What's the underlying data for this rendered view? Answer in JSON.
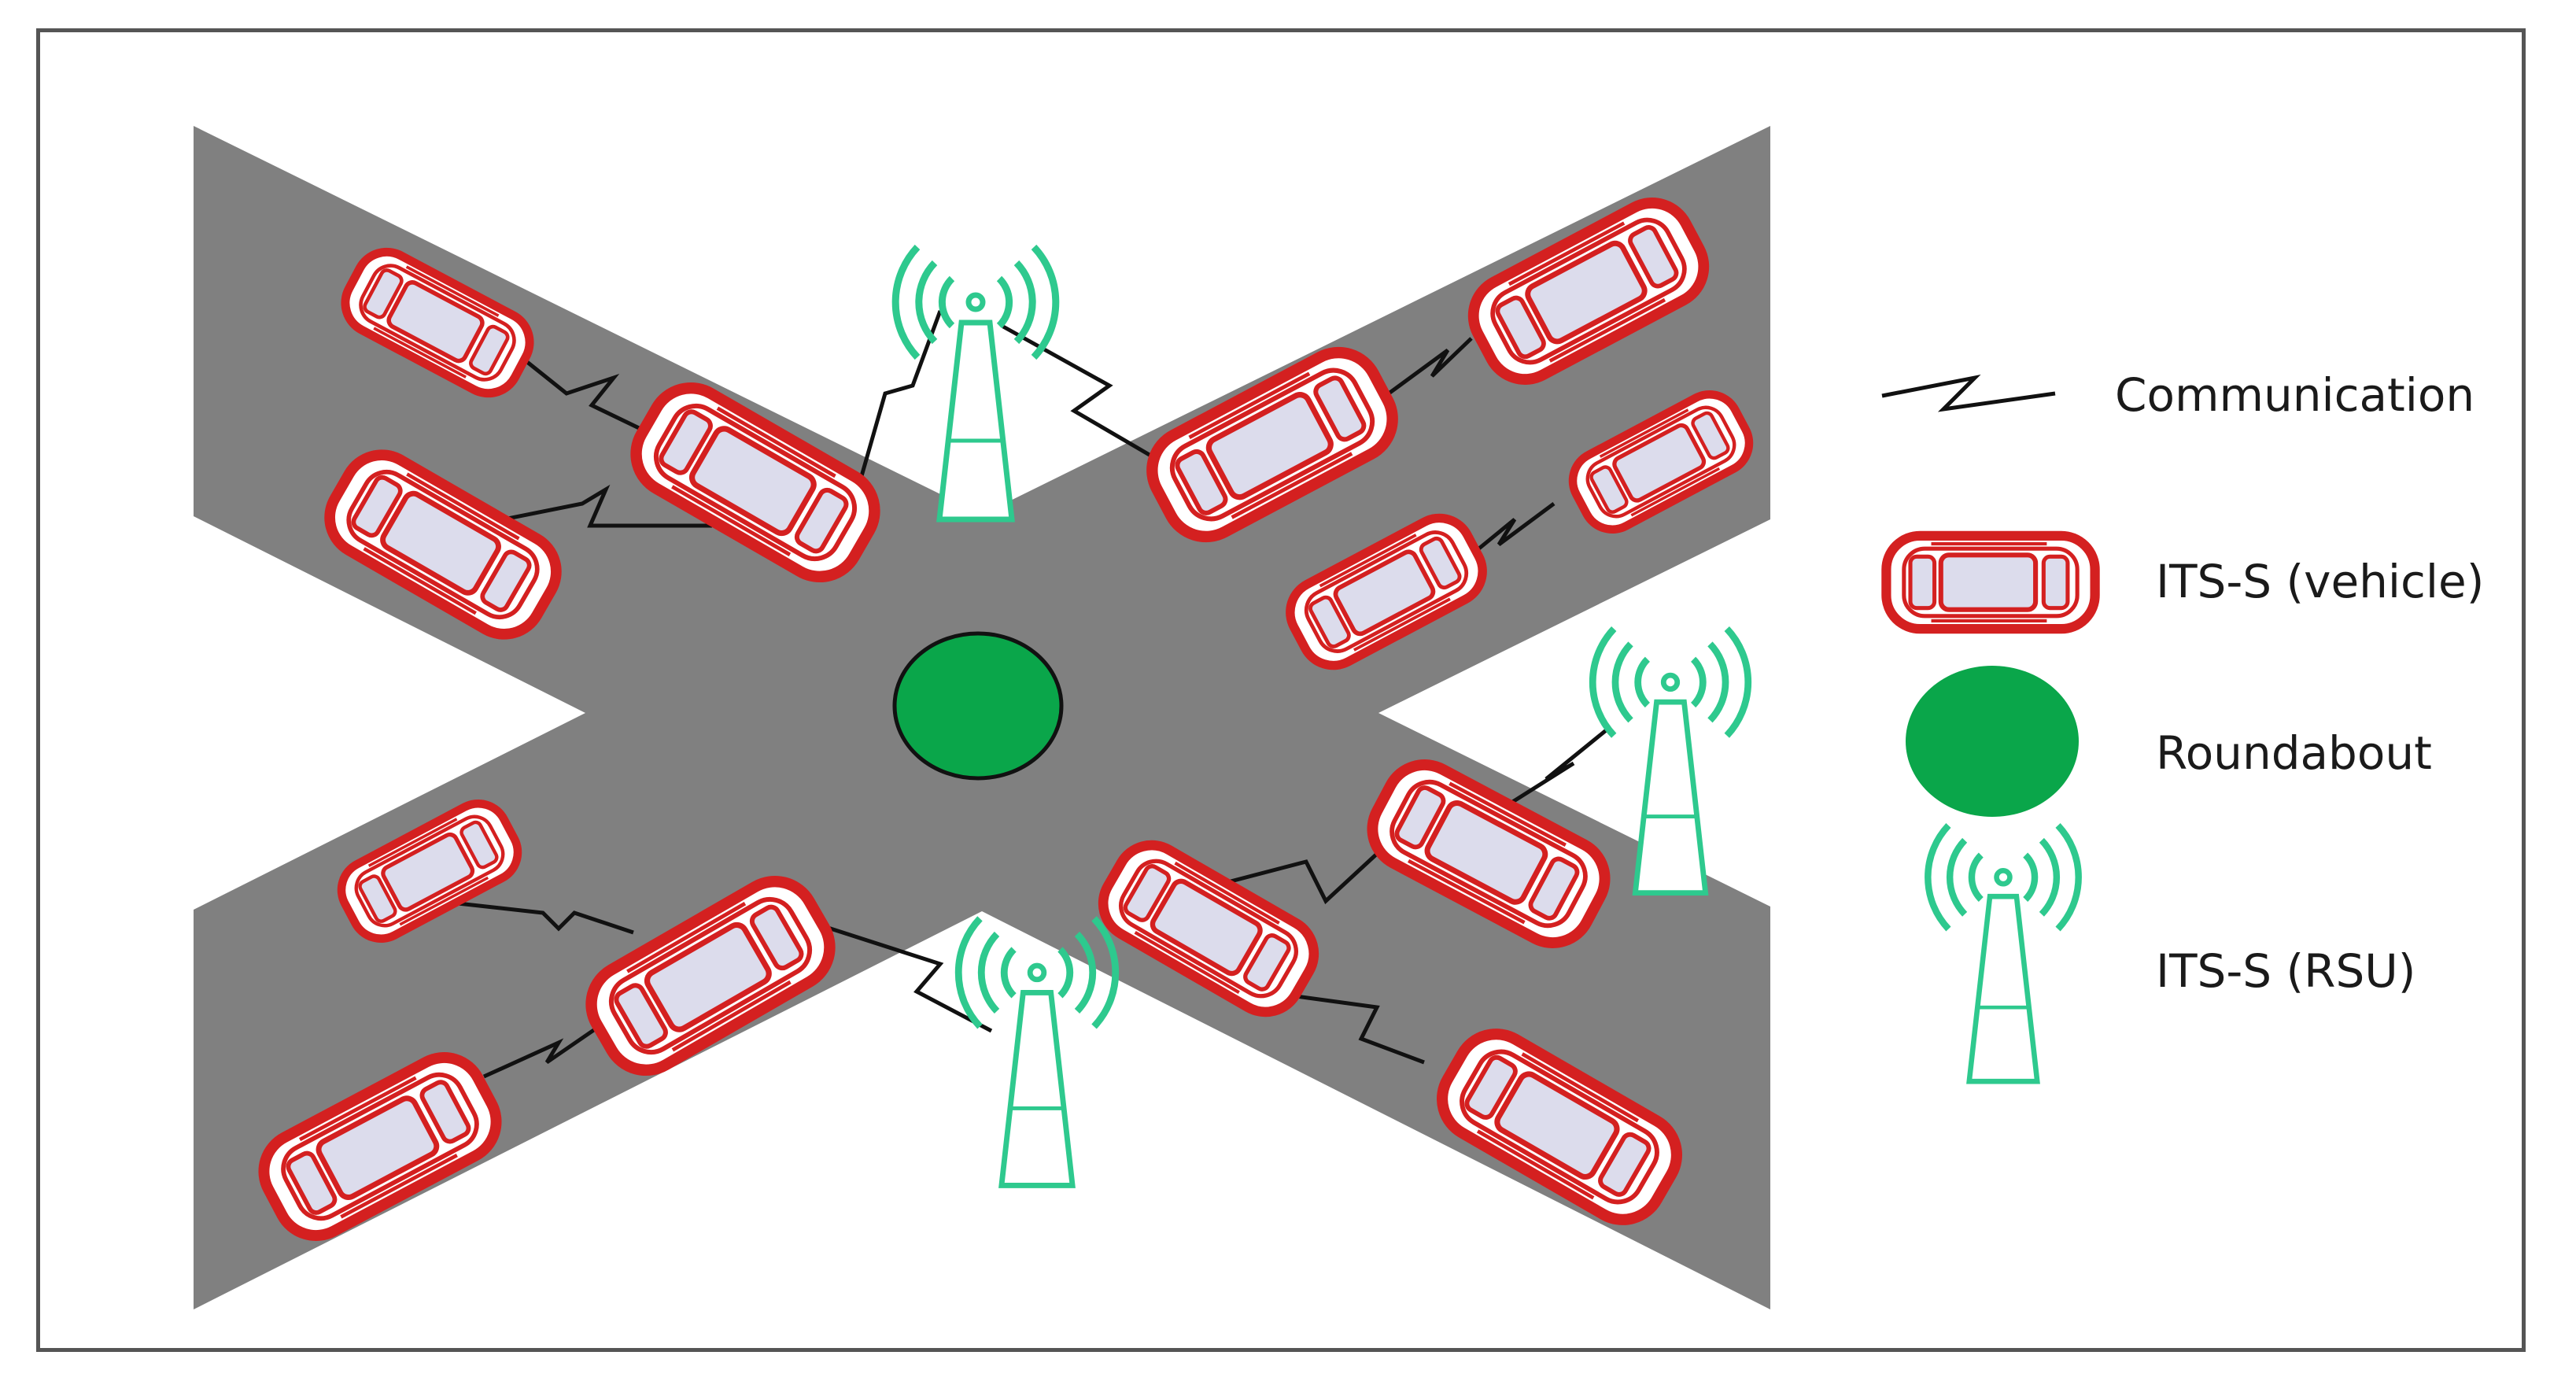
{
  "legend": {
    "communication": "Communication",
    "vehicle": "ITS-S (vehicle)",
    "roundabout": "Roundabout",
    "rsu": "ITS-S (RSU)"
  },
  "icons": {
    "vehicle": "car-icon",
    "rsu": "antenna-icon",
    "roundabout": "circle-icon",
    "communication": "zigzag-link-icon"
  },
  "colors": {
    "road": "#808080",
    "vehicle": "#d42020",
    "roundabout": "#0aa64a",
    "rsu": "#2ec98e",
    "link": "#111111",
    "frame": "#555555"
  }
}
